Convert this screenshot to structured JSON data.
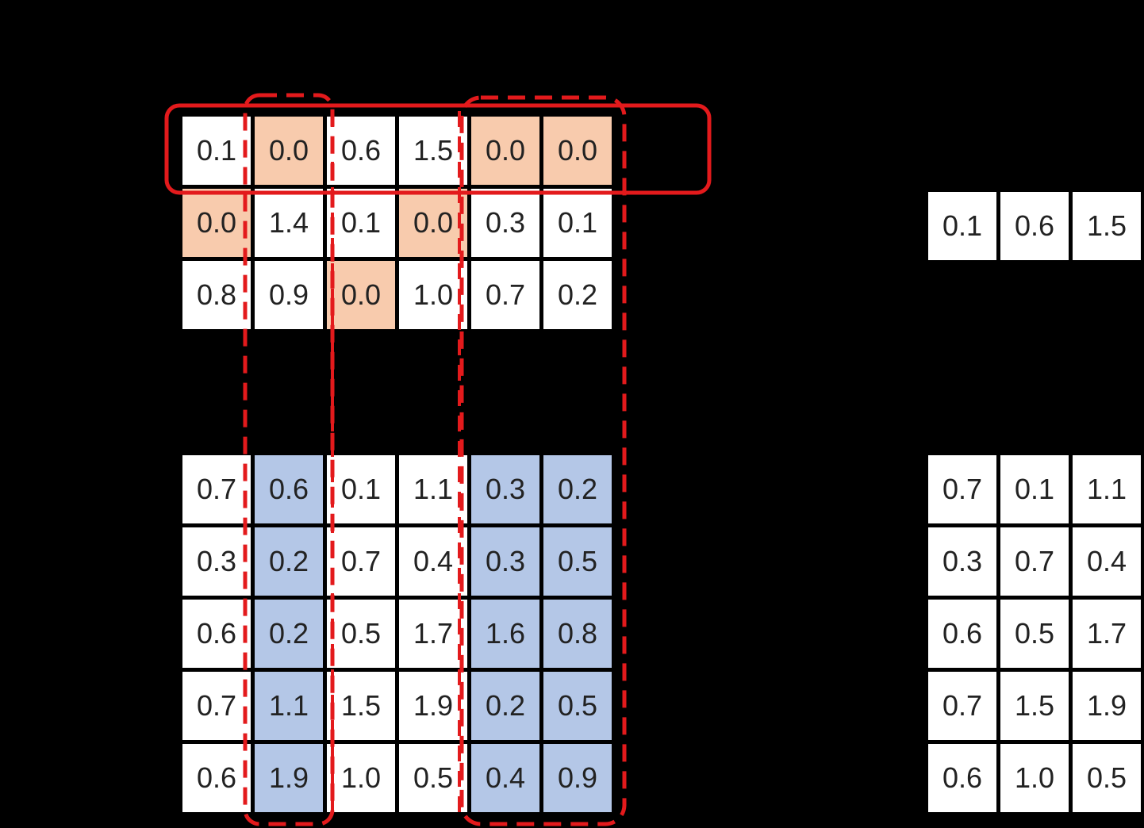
{
  "colors": {
    "background": "#000000",
    "cell": "#ffffff",
    "zero_highlight": "#f8cbad",
    "selected_column": "#b4c7e7",
    "annotation_red": "#e31a1c",
    "text": "#222222"
  },
  "top_matrix": {
    "rows": [
      [
        "0.1",
        "0.0",
        "0.6",
        "1.5",
        "0.0",
        "0.0"
      ],
      [
        "0.0",
        "1.4",
        "0.1",
        "0.0",
        "0.3",
        "0.1"
      ],
      [
        "0.8",
        "0.9",
        "0.0",
        "1.0",
        "0.7",
        "0.2"
      ]
    ],
    "highlight": "zero_highlight",
    "highlighted_cells": [
      [
        0,
        1
      ],
      [
        0,
        4
      ],
      [
        0,
        5
      ],
      [
        1,
        0
      ],
      [
        1,
        3
      ],
      [
        2,
        2
      ]
    ]
  },
  "bottom_matrix": {
    "rows": [
      [
        "0.7",
        "0.6",
        "0.1",
        "1.1",
        "0.3",
        "0.2"
      ],
      [
        "0.3",
        "0.2",
        "0.7",
        "0.4",
        "0.3",
        "0.5"
      ],
      [
        "0.6",
        "0.2",
        "0.5",
        "1.7",
        "1.6",
        "0.8"
      ],
      [
        "0.7",
        "1.1",
        "1.5",
        "1.9",
        "0.2",
        "0.5"
      ],
      [
        "0.6",
        "1.9",
        "1.0",
        "0.5",
        "0.4",
        "0.9"
      ]
    ],
    "highlight": "selected_column",
    "highlighted_columns": [
      1,
      4,
      5
    ]
  },
  "top_result": {
    "rows": [
      [
        "0.1",
        "0.6",
        "1.5"
      ]
    ]
  },
  "bottom_result": {
    "rows": [
      [
        "0.7",
        "0.1",
        "1.1"
      ],
      [
        "0.3",
        "0.7",
        "0.4"
      ],
      [
        "0.6",
        "0.5",
        "1.7"
      ],
      [
        "0.7",
        "1.5",
        "1.9"
      ],
      [
        "0.6",
        "1.0",
        "0.5"
      ]
    ]
  },
  "annotations": {
    "row_box": {
      "style": "solid",
      "target": "top_matrix row 0"
    },
    "column_boxes": [
      {
        "style": "dashed",
        "target": "column 1"
      },
      {
        "style": "dashed",
        "target": "columns 4-5"
      }
    ],
    "separators": [
      {
        "style": "dashed",
        "target": "left of column 2"
      },
      {
        "style": "dashed",
        "target": "left of column 4"
      }
    ]
  }
}
